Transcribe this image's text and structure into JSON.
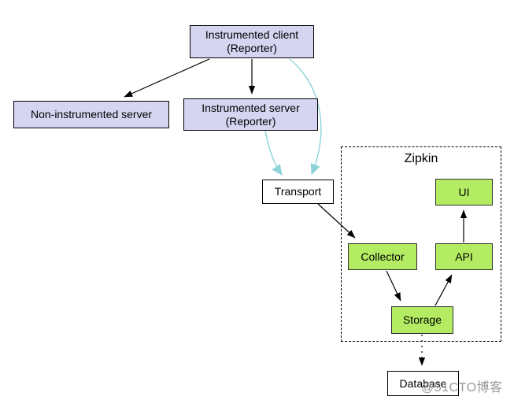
{
  "nodes": {
    "instrumented_client": {
      "line1": "Instrumented client",
      "line2": "(Reporter)"
    },
    "non_instrumented_server": {
      "label": "Non-instrumented server"
    },
    "instrumented_server": {
      "line1": "Instrumented server",
      "line2": "(Reporter)"
    },
    "transport": {
      "label": "Transport"
    },
    "collector": {
      "label": "Collector"
    },
    "storage": {
      "label": "Storage"
    },
    "api": {
      "label": "API"
    },
    "ui": {
      "label": "UI"
    },
    "database": {
      "label": "Database"
    }
  },
  "zipkin_group": {
    "label": "Zipkin"
  },
  "watermark": {
    "text": "@51CTO博客"
  },
  "colors": {
    "lavender": "#d5d5f2",
    "green": "#b3ec62",
    "cyan": "#8dd3da",
    "watermark": "#9b9b9b"
  }
}
